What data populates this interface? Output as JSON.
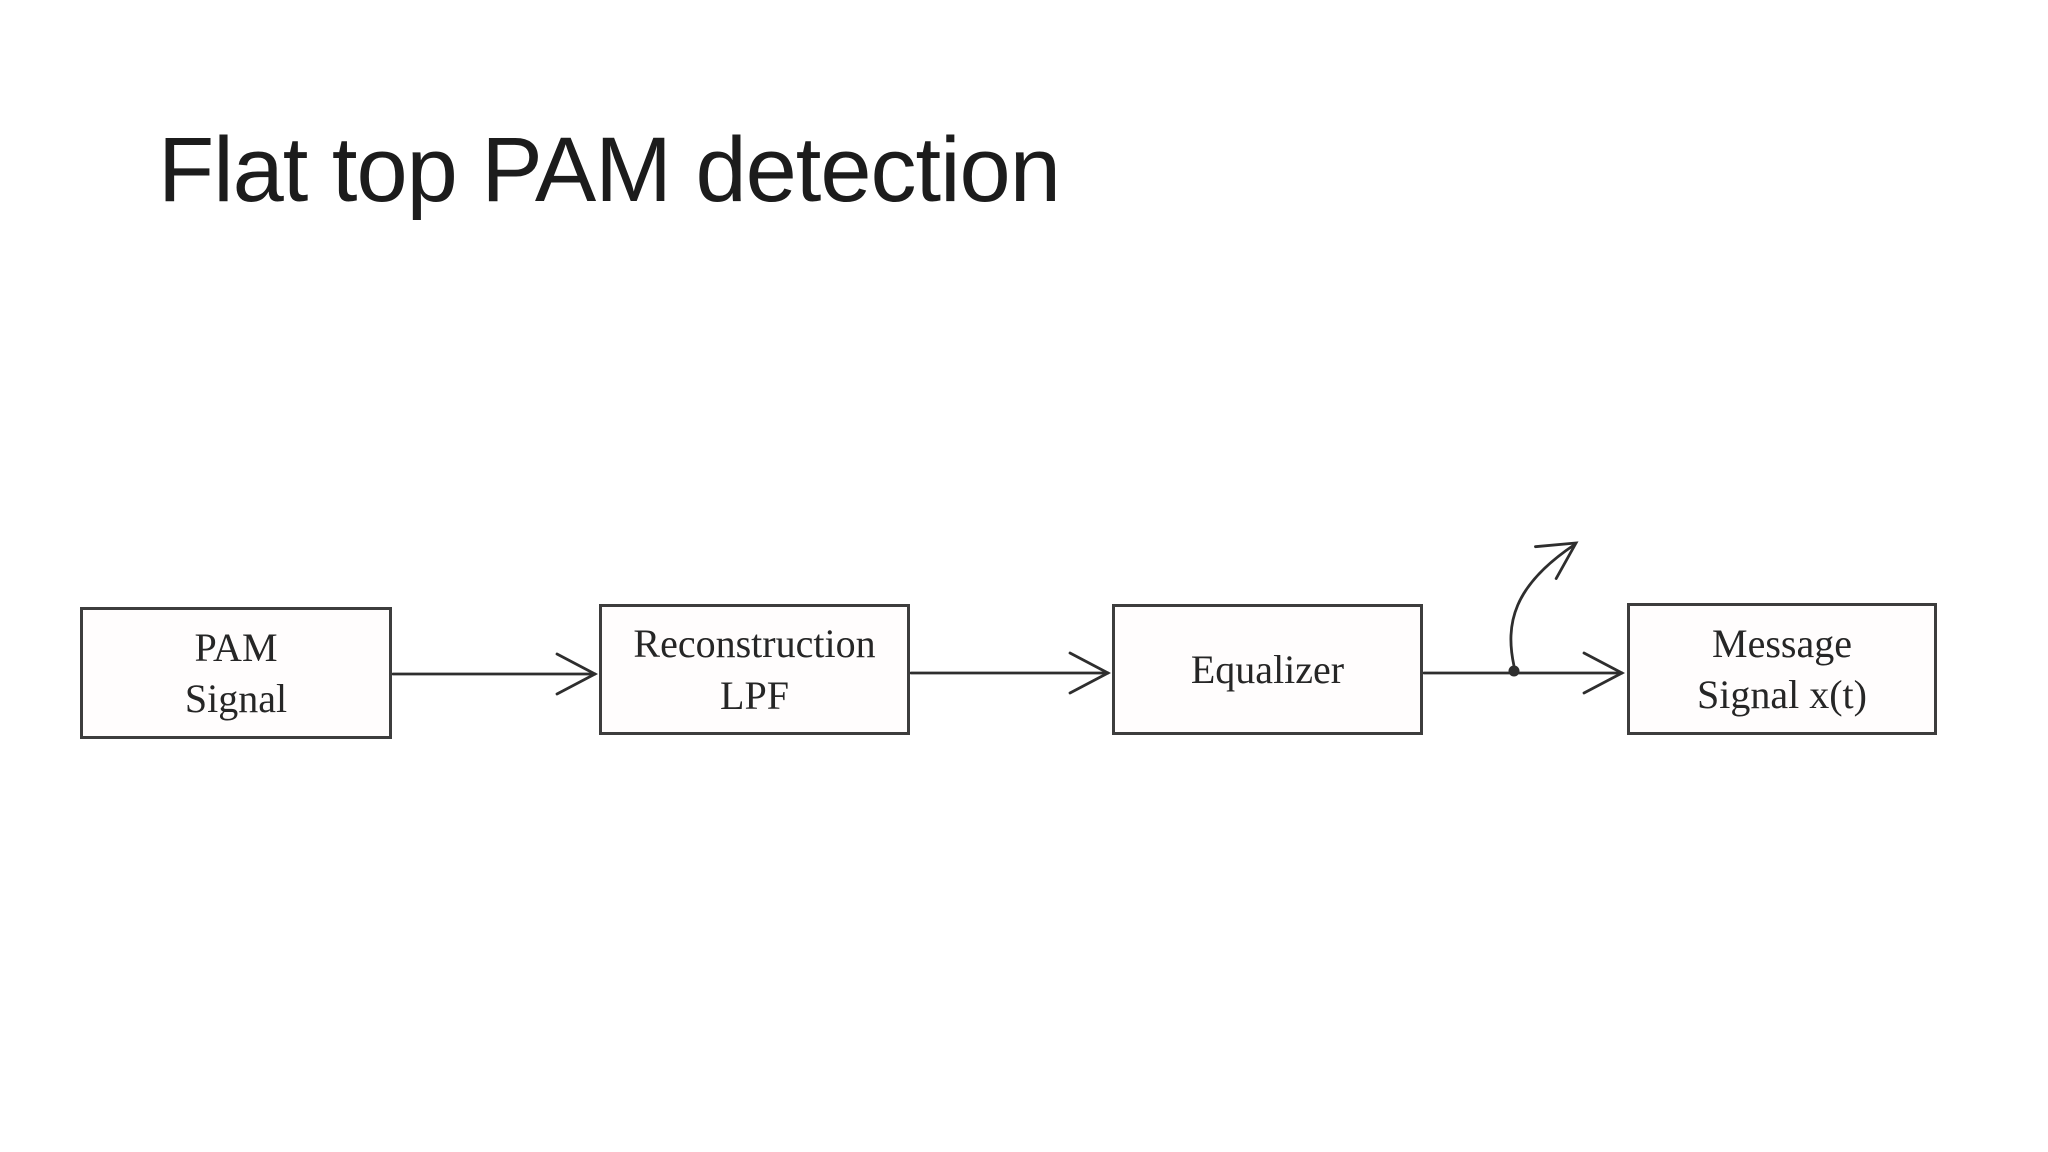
{
  "slide": {
    "title": "Flat top PAM detection",
    "background_color": "#ffffff",
    "title_color": "#1c1c1c",
    "diagram_stroke_color": "#2e2e2e"
  },
  "diagram": {
    "blocks": [
      {
        "name": "pam-signal",
        "lines": [
          "PAM",
          "Signal"
        ]
      },
      {
        "name": "reconstruction-lpf",
        "lines": [
          "Reconstruction",
          "LPF"
        ]
      },
      {
        "name": "equalizer",
        "lines": [
          "Equalizer"
        ]
      },
      {
        "name": "message-signal",
        "lines": [
          "Message",
          "Signal x(t)"
        ]
      }
    ],
    "connectors": [
      {
        "name": "arrow-pam-to-lpf"
      },
      {
        "name": "arrow-lpf-to-equalizer"
      },
      {
        "name": "arrow-equalizer-to-message"
      },
      {
        "name": "curved-branch-arrow"
      },
      {
        "name": "branch-dot"
      }
    ]
  }
}
